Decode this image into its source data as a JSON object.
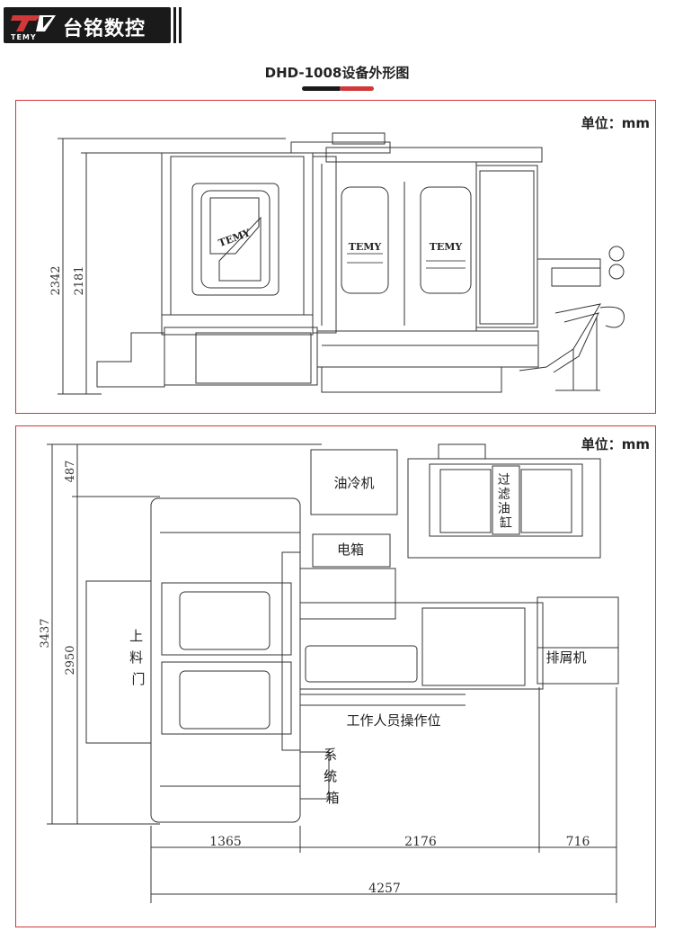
{
  "brand": {
    "name": "台铭数控",
    "subname": "TEMY"
  },
  "title": "DHD-1008设备外形图",
  "colors": {
    "accent_red": "#d0383a",
    "dark": "#1a1a1a",
    "line": "#333333"
  },
  "top_view": {
    "unit_label": "单位：mm",
    "dim_overall_height": "2342",
    "dim_cabinet_height": "2181",
    "door_labels": [
      "TEMY",
      "TEMY",
      "TEMY"
    ]
  },
  "plan_view": {
    "unit_label": "单位：mm",
    "dim_left_top": "487",
    "dim_left_total": "3437",
    "dim_left_main": "2950",
    "dim_bottom_1": "1365",
    "dim_bottom_2": "2176",
    "dim_bottom_3": "716",
    "dim_bottom_total": "4257",
    "label_oil_cooler": "油冷机",
    "label_electric_box": "电箱",
    "label_loading_door": "上料门",
    "label_operator_position": "工作人员操作位",
    "label_system_box": "系统箱",
    "label_chip_conveyor": "排屑机",
    "label_filter_tank": "过滤油缸"
  }
}
